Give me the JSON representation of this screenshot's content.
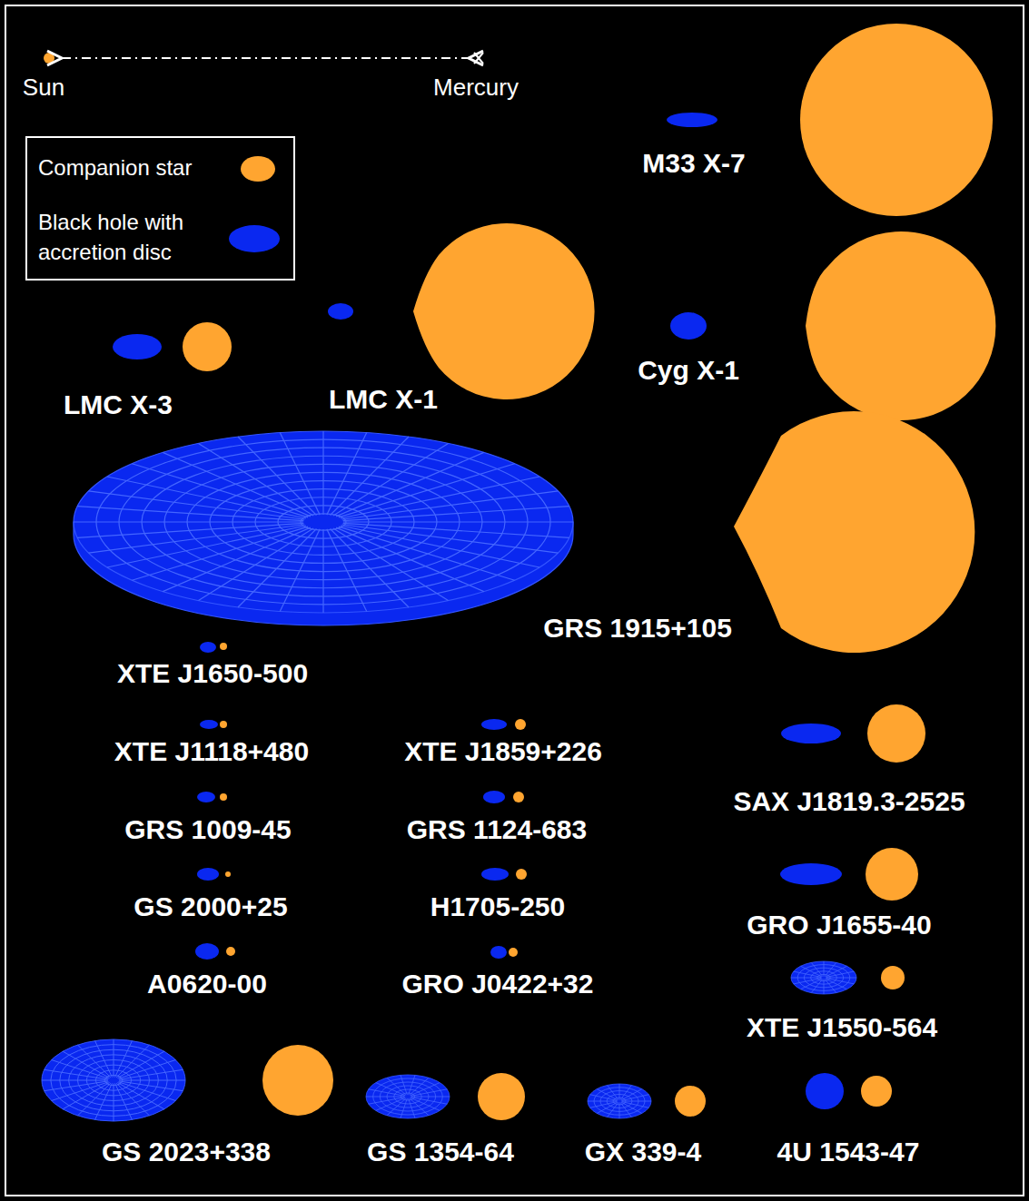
{
  "diagram": {
    "labels": [
      "Sun",
      "Mercury",
      "M33 X-7",
      "LMC X-3",
      "LMC X-1",
      "Cyg X-1",
      "GRS 1915+105",
      "XTE J1650-500",
      "XTE J1118+480",
      "XTE J1859+226",
      "SAX J1819.3-2525",
      "GRS 1009-45",
      "GRS 1124-683",
      "GS 2000+25",
      "H1705-250",
      "GRO J1655-40",
      "A0620-00",
      "GRO J0422+32",
      "XTE J1550-564",
      "GS 2023+338",
      "GS 1354-64",
      "GX 339-4",
      "4U 1543-47"
    ],
    "legend": [
      {
        "text": "Companion star",
        "color": "#ffa530"
      },
      {
        "text": "Black hole with accretion disc",
        "color": "#0a28f0"
      }
    ]
  }
}
